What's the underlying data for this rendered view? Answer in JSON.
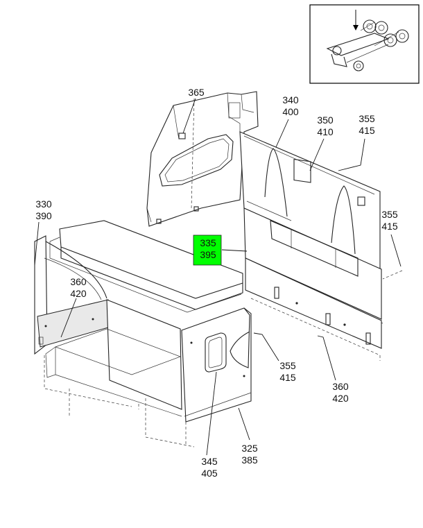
{
  "highlight_color": "#00ff00",
  "callouts": {
    "c365": [
      "365"
    ],
    "c340": [
      "340",
      "400"
    ],
    "c350": [
      "350",
      "410"
    ],
    "c355a": [
      "355",
      "415"
    ],
    "c330": [
      "330",
      "390"
    ],
    "c355b": [
      "355",
      "415"
    ],
    "c335": [
      "335",
      "395"
    ],
    "c360a": [
      "360",
      "420"
    ],
    "c355c": [
      "355",
      "415"
    ],
    "c360b": [
      "360",
      "420"
    ],
    "c325": [
      "325",
      "385"
    ],
    "c345": [
      "345",
      "405"
    ]
  }
}
